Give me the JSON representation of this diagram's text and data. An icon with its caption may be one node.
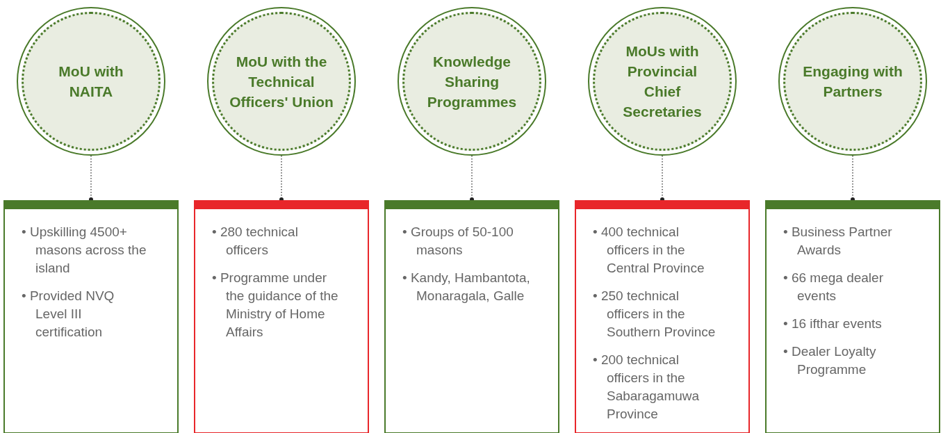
{
  "diagram": {
    "nodes": [
      {
        "text": [
          "MoU with NAITA"
        ]
      },
      {
        "text": [
          "MoU with the Technical Officers' Union"
        ]
      },
      {
        "text": [
          "Knowledge Sharing Programmes"
        ]
      },
      {
        "text": [
          "MoUs with Provincial Chief Secretaries"
        ]
      },
      {
        "text": [
          "Engaging with Partners"
        ]
      },
      {
        "text": [
          "• Upskilling 4500+ masons across the island",
          "• Provided NVQ Level III certification"
        ]
      },
      {
        "text": [
          "• 280 technical officers",
          "• Programme under the guidance of the Ministry of Home Affairs"
        ]
      },
      {
        "text": [
          "• Groups of 50-100 masons",
          "• Kandy, Hambantota, Monaragala, Galle"
        ]
      },
      {
        "text": [
          "• 400 technical officers in the Central Province",
          "• 250 technical officers in the Southern Province",
          "• 200 technical officers in the Sabaragamuwa Province"
        ]
      },
      {
        "text": [
          "• Business Partner Awards",
          "• 66 mega dealer events",
          "• 16 ifthar events",
          "• Dealer Loyalty Programme"
        ]
      }
    ],
    "edges": [
      {
        "from": 0,
        "to": 5,
        "arrow": "other",
        "style": "dashed"
      },
      {
        "from": 1,
        "to": 6,
        "arrow": "other",
        "style": "dashed"
      },
      {
        "from": 2,
        "to": 7,
        "arrow": "other",
        "style": "dashed"
      },
      {
        "from": 3,
        "to": 8,
        "arrow": "other",
        "style": "dashed"
      },
      {
        "from": 4,
        "to": 9,
        "arrow": "other",
        "style": "dashed"
      }
    ]
  }
}
